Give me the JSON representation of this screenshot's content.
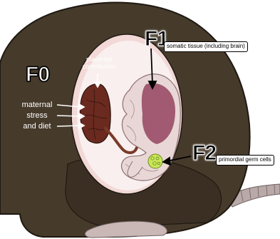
{
  "labels": {
    "f0": "F0",
    "f1": "F1",
    "f2": "F2",
    "f1_description": "somatic tissue (including brain)",
    "f2_description": "primordial germ cells",
    "placental_line1": "placental",
    "placental_line2": "contribution",
    "maternal_line1": "maternal",
    "maternal_line2": "stress",
    "maternal_line3": "and diet"
  },
  "colors": {
    "mouse_body": "#463a2b",
    "womb_ring": "#f2d8d6",
    "womb_interior": "#f8efee",
    "placenta": "#6b2a1f",
    "embryo": "#e8d7d6",
    "embryo_tissue": "#8a3050",
    "germ_cells": "#c9e65a"
  }
}
